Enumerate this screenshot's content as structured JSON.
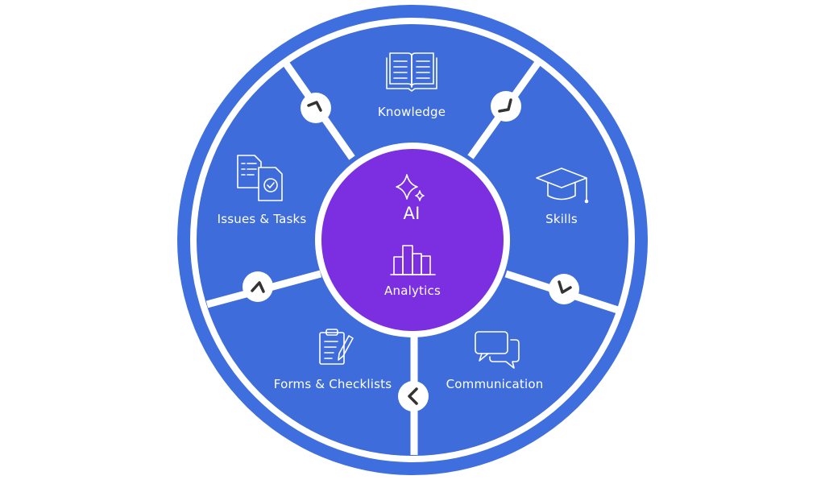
{
  "colors": {
    "ring": "#3f6fde",
    "segment": "#3e6cdb",
    "divider": "#ffffff",
    "hub": "#7b2fe0",
    "arrow_bg": "#ffffff",
    "arrow": "#333333"
  },
  "hub": {
    "ai_label": "AI",
    "ai_icon": "sparkle-icon",
    "analytics_label": "Analytics",
    "analytics_icon": "bar-chart-icon"
  },
  "segments": [
    {
      "id": "knowledge",
      "label": "Knowledge",
      "icon": "book-icon"
    },
    {
      "id": "skills",
      "label": "Skills",
      "icon": "graduation-cap-icon"
    },
    {
      "id": "communication",
      "label": "Communication",
      "icon": "chat-bubbles-icon"
    },
    {
      "id": "forms",
      "label": "Forms & Checklists",
      "icon": "clipboard-pen-icon"
    },
    {
      "id": "issues",
      "label": "Issues & Tasks",
      "icon": "documents-check-icon"
    }
  ],
  "cycle_arrows": [
    {
      "icon": "chevron-cycle-icon"
    },
    {
      "icon": "chevron-cycle-icon"
    },
    {
      "icon": "chevron-cycle-icon"
    },
    {
      "icon": "chevron-cycle-icon"
    },
    {
      "icon": "chevron-cycle-icon"
    }
  ]
}
